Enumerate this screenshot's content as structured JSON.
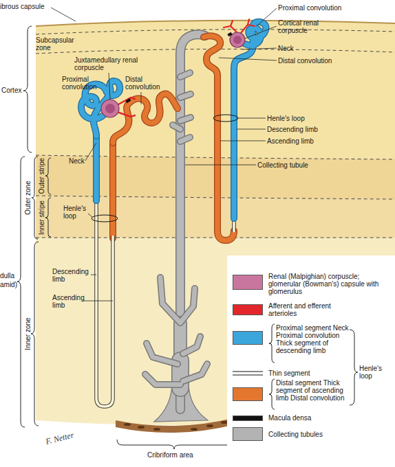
{
  "diagram": {
    "labels": [
      "ibrous capsule",
      "Subcapsular zone",
      "Cortex",
      "Outer stripe",
      "Inner stripe",
      "Outer zone",
      "Inner zone",
      "dulla",
      "amid)",
      "Proximal convolution",
      "Cortical renal corpuscle",
      "Neck",
      "Distal convolution",
      "Henle's loop",
      "Descending limb",
      "Ascending limb",
      "Collecting tubule",
      "Juxtamedullary renal corpuscle",
      "Proximal convolution",
      "Distal convolution",
      "Neck",
      "Henle's loop",
      "Descending limb",
      "Ascending limb",
      "Cribriform area",
      "F. Netter",
      "Henle's loop"
    ],
    "legend": [
      {
        "text": "Renal (Malpighian) corpuscle; glomerular (Bowman's) capsule with glomerulus",
        "color": "#c9769f"
      },
      {
        "text": "Afferent and efferent arterioles",
        "color": "#e3262b"
      },
      {
        "text": "Proximal segment Neck Proximal convolution Thick segment of descending limb",
        "color": "#3ba6dc"
      },
      {
        "text": "Thin segment"
      },
      {
        "text": "Distal segment Thick segment of ascending limb Distal convolution",
        "color": "#e4772e"
      },
      {
        "text": "Macula densa",
        "color": "#111111"
      },
      {
        "text": "Collecting tubules",
        "color": "#b3b3b3"
      }
    ]
  }
}
